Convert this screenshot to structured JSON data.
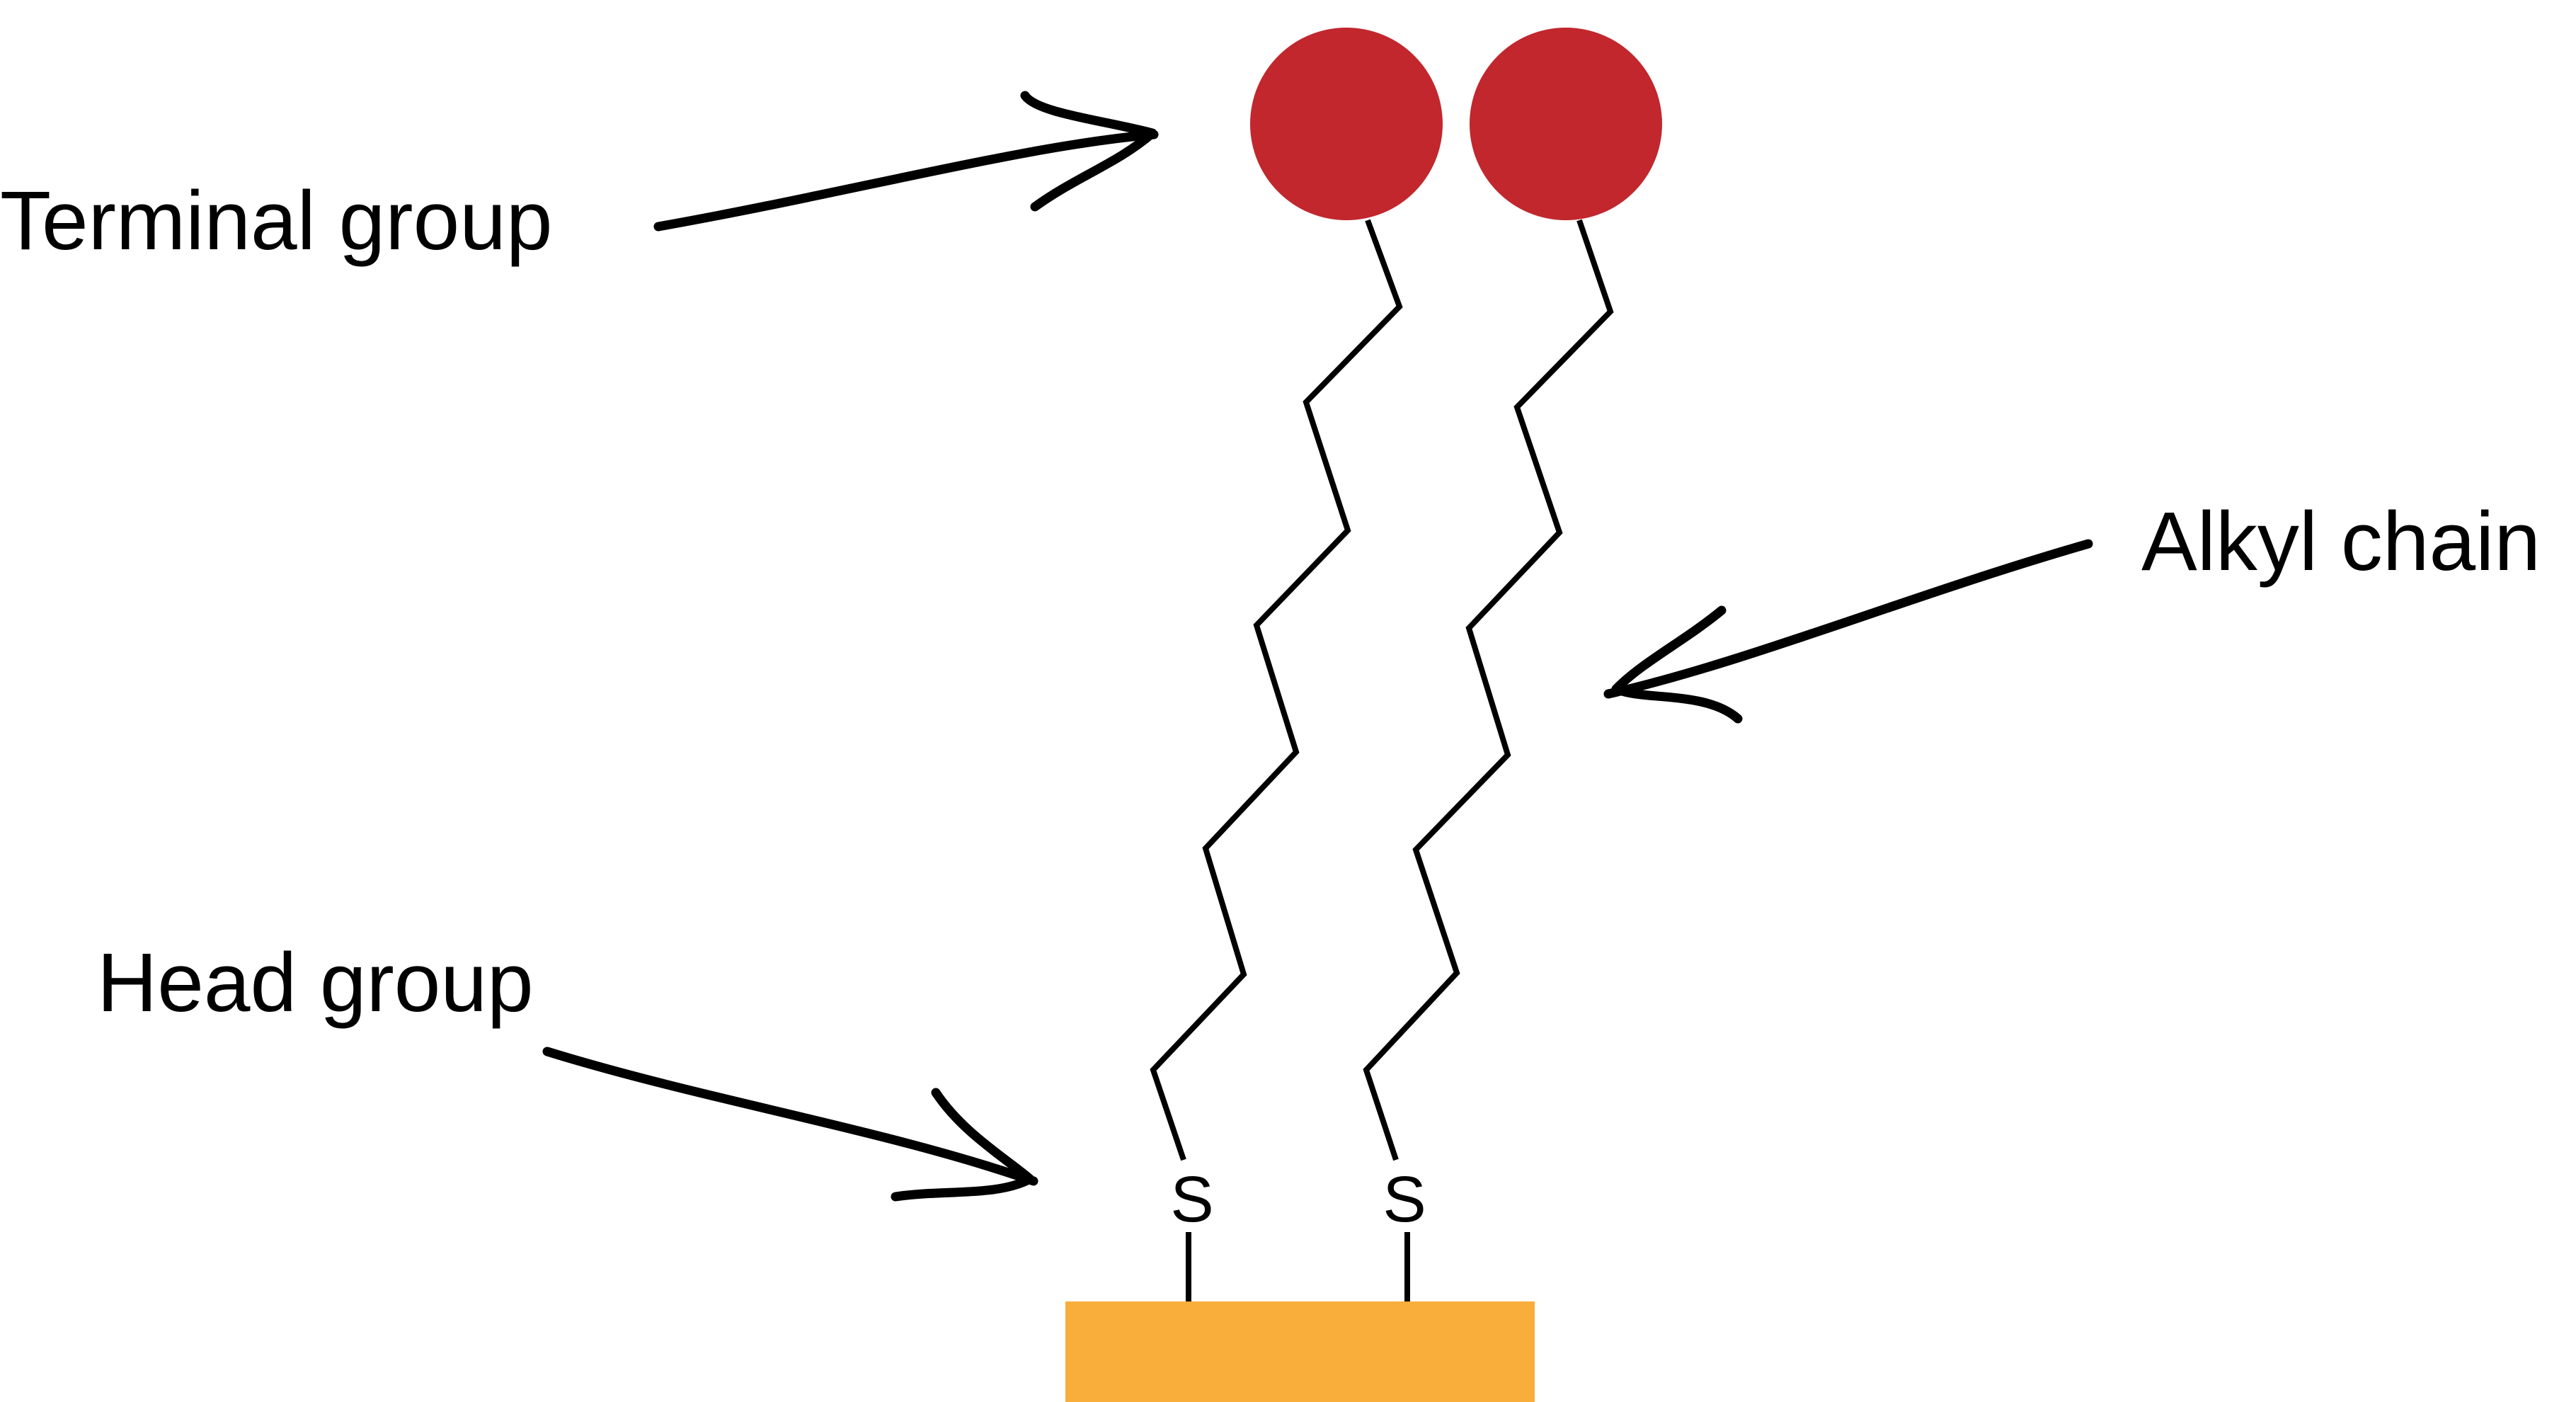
{
  "labels": {
    "terminal_group": "Terminal group",
    "alkyl_chain": "Alkyl chain",
    "head_group": "Head group"
  },
  "molecules": [
    {
      "head_atom": "S"
    },
    {
      "head_atom": "S"
    }
  ],
  "colors": {
    "terminal_group": "#c1272d",
    "substrate": "#f9ae3b",
    "lines": "#000000",
    "text": "#000000",
    "background": "#ffffff"
  }
}
